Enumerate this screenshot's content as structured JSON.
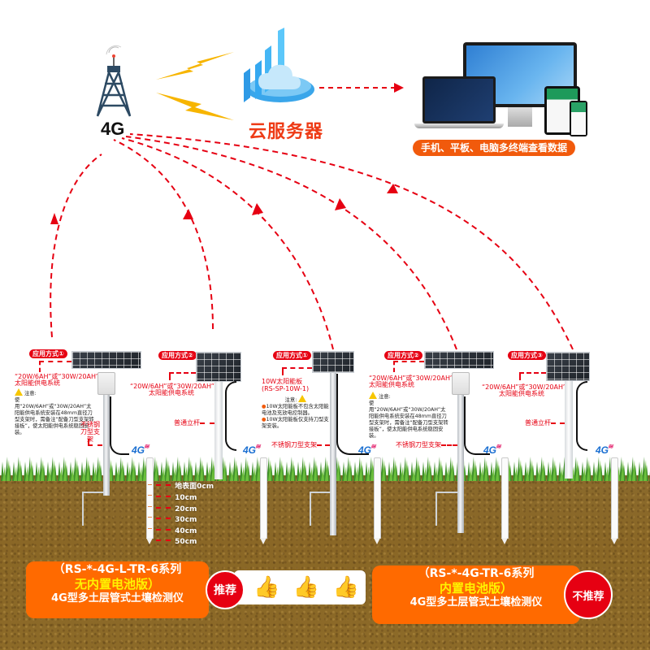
{
  "header": {
    "tower_label": "4G",
    "cloud_label": "云服务器",
    "devices_caption": "手机、平板、电脑多终端查看数据"
  },
  "installations": [
    {
      "tag": "应用方式①",
      "power_title": "“20W/6AH”或“30W/20AH”",
      "power_subtitle": "太阳能供电系统",
      "note_title": "注意:",
      "note_body": "使用“20W/6AH”或“30W/20AH”太阳能供电系统安装在48mm直径刀型支架时，需备注“配备刀型支架转接板”，使太阳能供电系统稳固安装。",
      "mount_label": "不锈钢刀型支架",
      "icon": "4G"
    },
    {
      "tag": "应用方式②",
      "power_title": "“20W/6AH”或“30W/20AH”",
      "power_subtitle": "太阳能供电系统",
      "mount_label": "普通立杆",
      "icon": "4G"
    },
    {
      "tag": "应用方式①",
      "power_title": "10W太阳能板",
      "power_subtitle": "(RS-SP-10W-1)",
      "note_title": "注意:",
      "note_items": [
        "10W太阳能板不包含太阳能电池及充放电控制器。",
        "10W太阳能板仅支持刀型支架安装。"
      ],
      "mount_label": "不锈钢刀型支架",
      "icon": "4G"
    },
    {
      "tag": "应用方式②",
      "power_title": "“20W/6AH”或“30W/20AH”",
      "power_subtitle": "太阳能供电系统",
      "note_title": "注意:",
      "note_body": "使用“20W/6AH”或“30W/20AH”太阳能供电系统安装在48mm直径刀型支架时，需备注“配备刀型支架转接板”，使太阳能供电系统稳固安装。",
      "mount_label": "不锈钢刀型支架",
      "icon": "4G"
    },
    {
      "tag": "应用方式③",
      "power_title": "“20W/6AH”或“30W/20AH”",
      "power_subtitle": "太阳能供电系统",
      "mount_label": "普通立杆",
      "icon": "4G"
    }
  ],
  "depth_scale": [
    "地表面0cm",
    "10cm",
    "20cm",
    "30cm",
    "40cm",
    "50cm"
  ],
  "products": [
    {
      "line1": "（RS-*-4G-L-TR-6系列",
      "line2": "无内置电池版）",
      "line3": "4G型多土层管式土壤检测仪",
      "badge": "推荐",
      "rating_thumbs": 3
    },
    {
      "line1": "（RS-*-4G-TR-6系列",
      "line2": "内置电池版）",
      "line3": "4G型多土层管式土壤检测仪",
      "badge": "不推荐"
    }
  ],
  "colors": {
    "accent_red": "#e60012",
    "banner_orange": "#ff6a00",
    "highlight_yellow": "#fff200",
    "cloud_text": "#ee3b16",
    "bolt_yellow": "#f7b500"
  }
}
